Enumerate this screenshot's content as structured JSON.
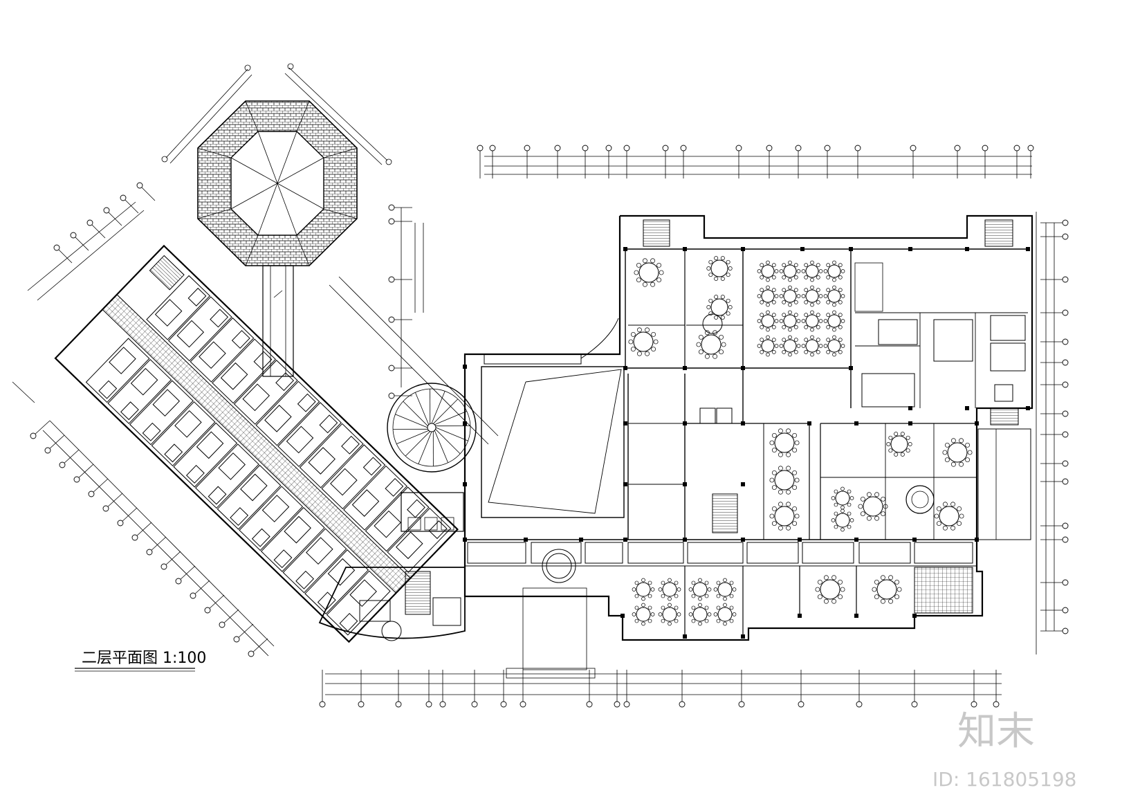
{
  "drawing": {
    "title": "二层平面图 1:100"
  },
  "watermark": {
    "brand": "知末",
    "id_text": "ID: 161805198"
  },
  "colors": {
    "line": "#000000",
    "background": "#ffffff",
    "watermark": "#c8c8c8"
  }
}
